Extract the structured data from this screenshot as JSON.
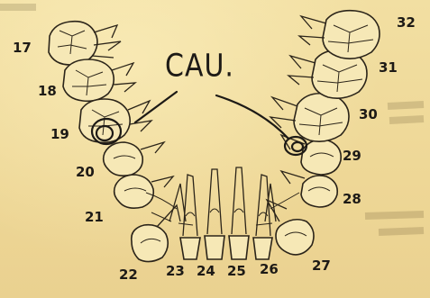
{
  "annotation": {
    "label": "CAU."
  },
  "tooth_numbers": [
    "17",
    "18",
    "19",
    "20",
    "21",
    "22",
    "23",
    "24",
    "25",
    "26",
    "27",
    "28",
    "29",
    "30",
    "31",
    "32"
  ],
  "colors": {
    "paper": "#f0dc9c",
    "ink": "#1d1a16"
  }
}
